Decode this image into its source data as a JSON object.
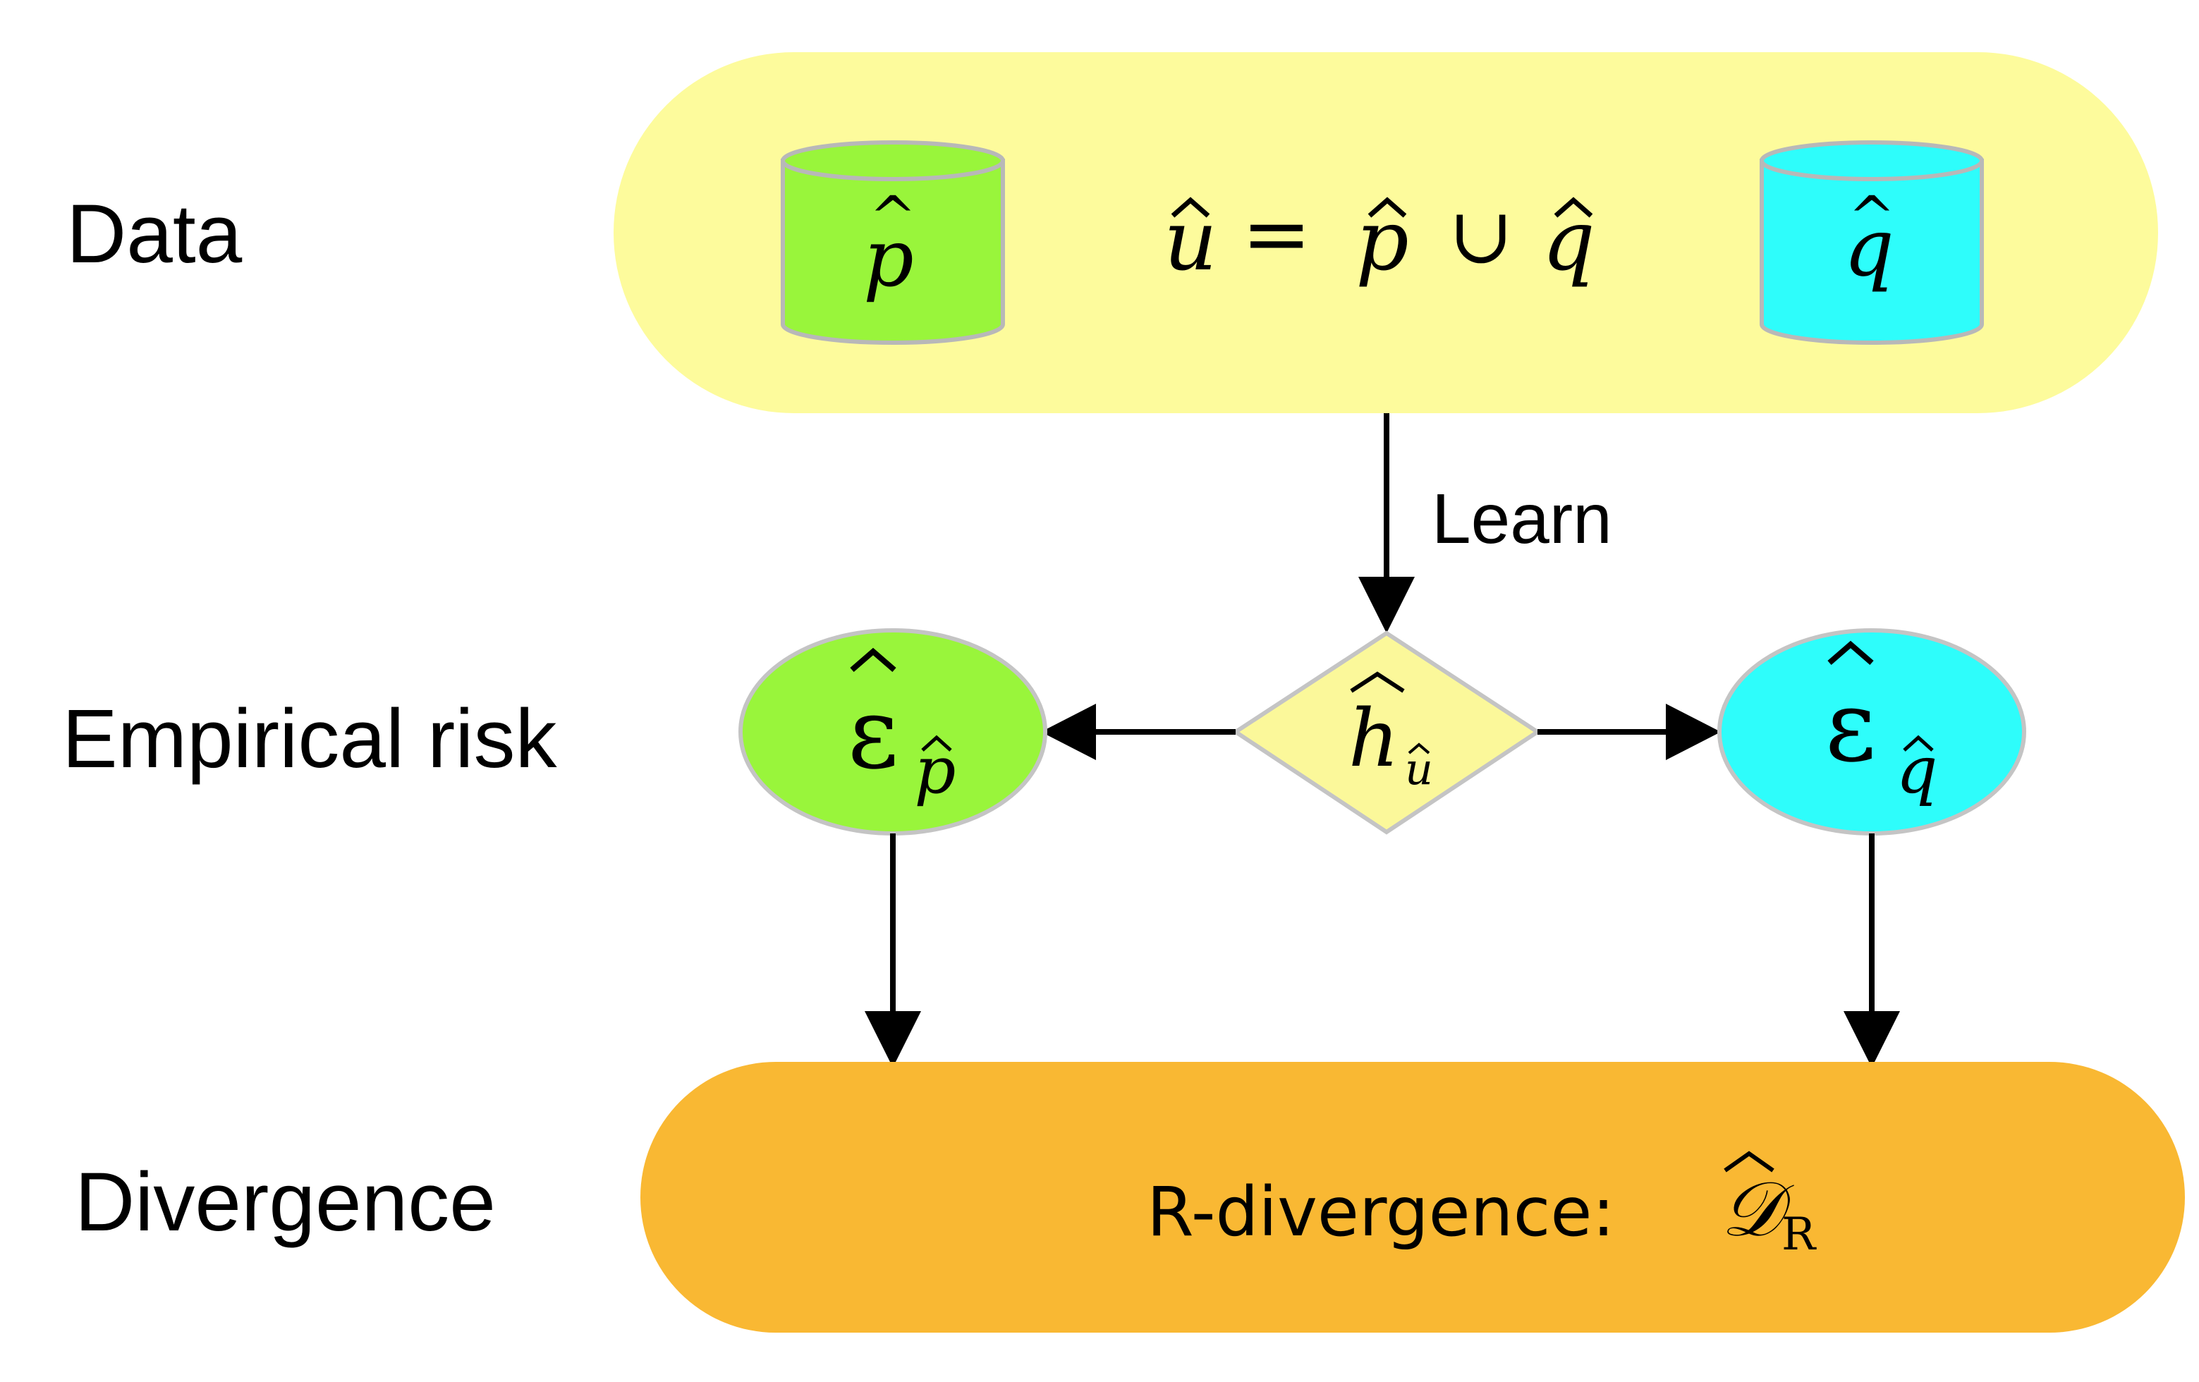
{
  "rows": {
    "data": "Data",
    "empirical_risk": "Empirical risk",
    "divergence": "Divergence"
  },
  "edge_label": "Learn",
  "data_box": {
    "left_cylinder": {
      "symbol": "p",
      "hat": "^"
    },
    "right_cylinder": {
      "symbol": "q",
      "hat": "^"
    },
    "equation": {
      "u": "u",
      "eq": "=",
      "p": "p",
      "cup": "∪",
      "q": "q"
    }
  },
  "nodes": {
    "risk_p": {
      "epsilon": "ε",
      "subscript": "p"
    },
    "hypothesis": {
      "symbol": "h",
      "subscript": "u"
    },
    "risk_q": {
      "epsilon": "ε",
      "subscript": "q"
    }
  },
  "divergence_box": {
    "label": "R-divergence:",
    "symbol": "𝒟",
    "subscript": "R"
  },
  "colors": {
    "data_box": "#fdfb9c",
    "green": "#99f53b",
    "cyan": "#2efdfb",
    "diamond": "#fbf89a",
    "divergence_box": "#f9b833",
    "outline": "#b8b8b8",
    "arrow": "#000000"
  }
}
